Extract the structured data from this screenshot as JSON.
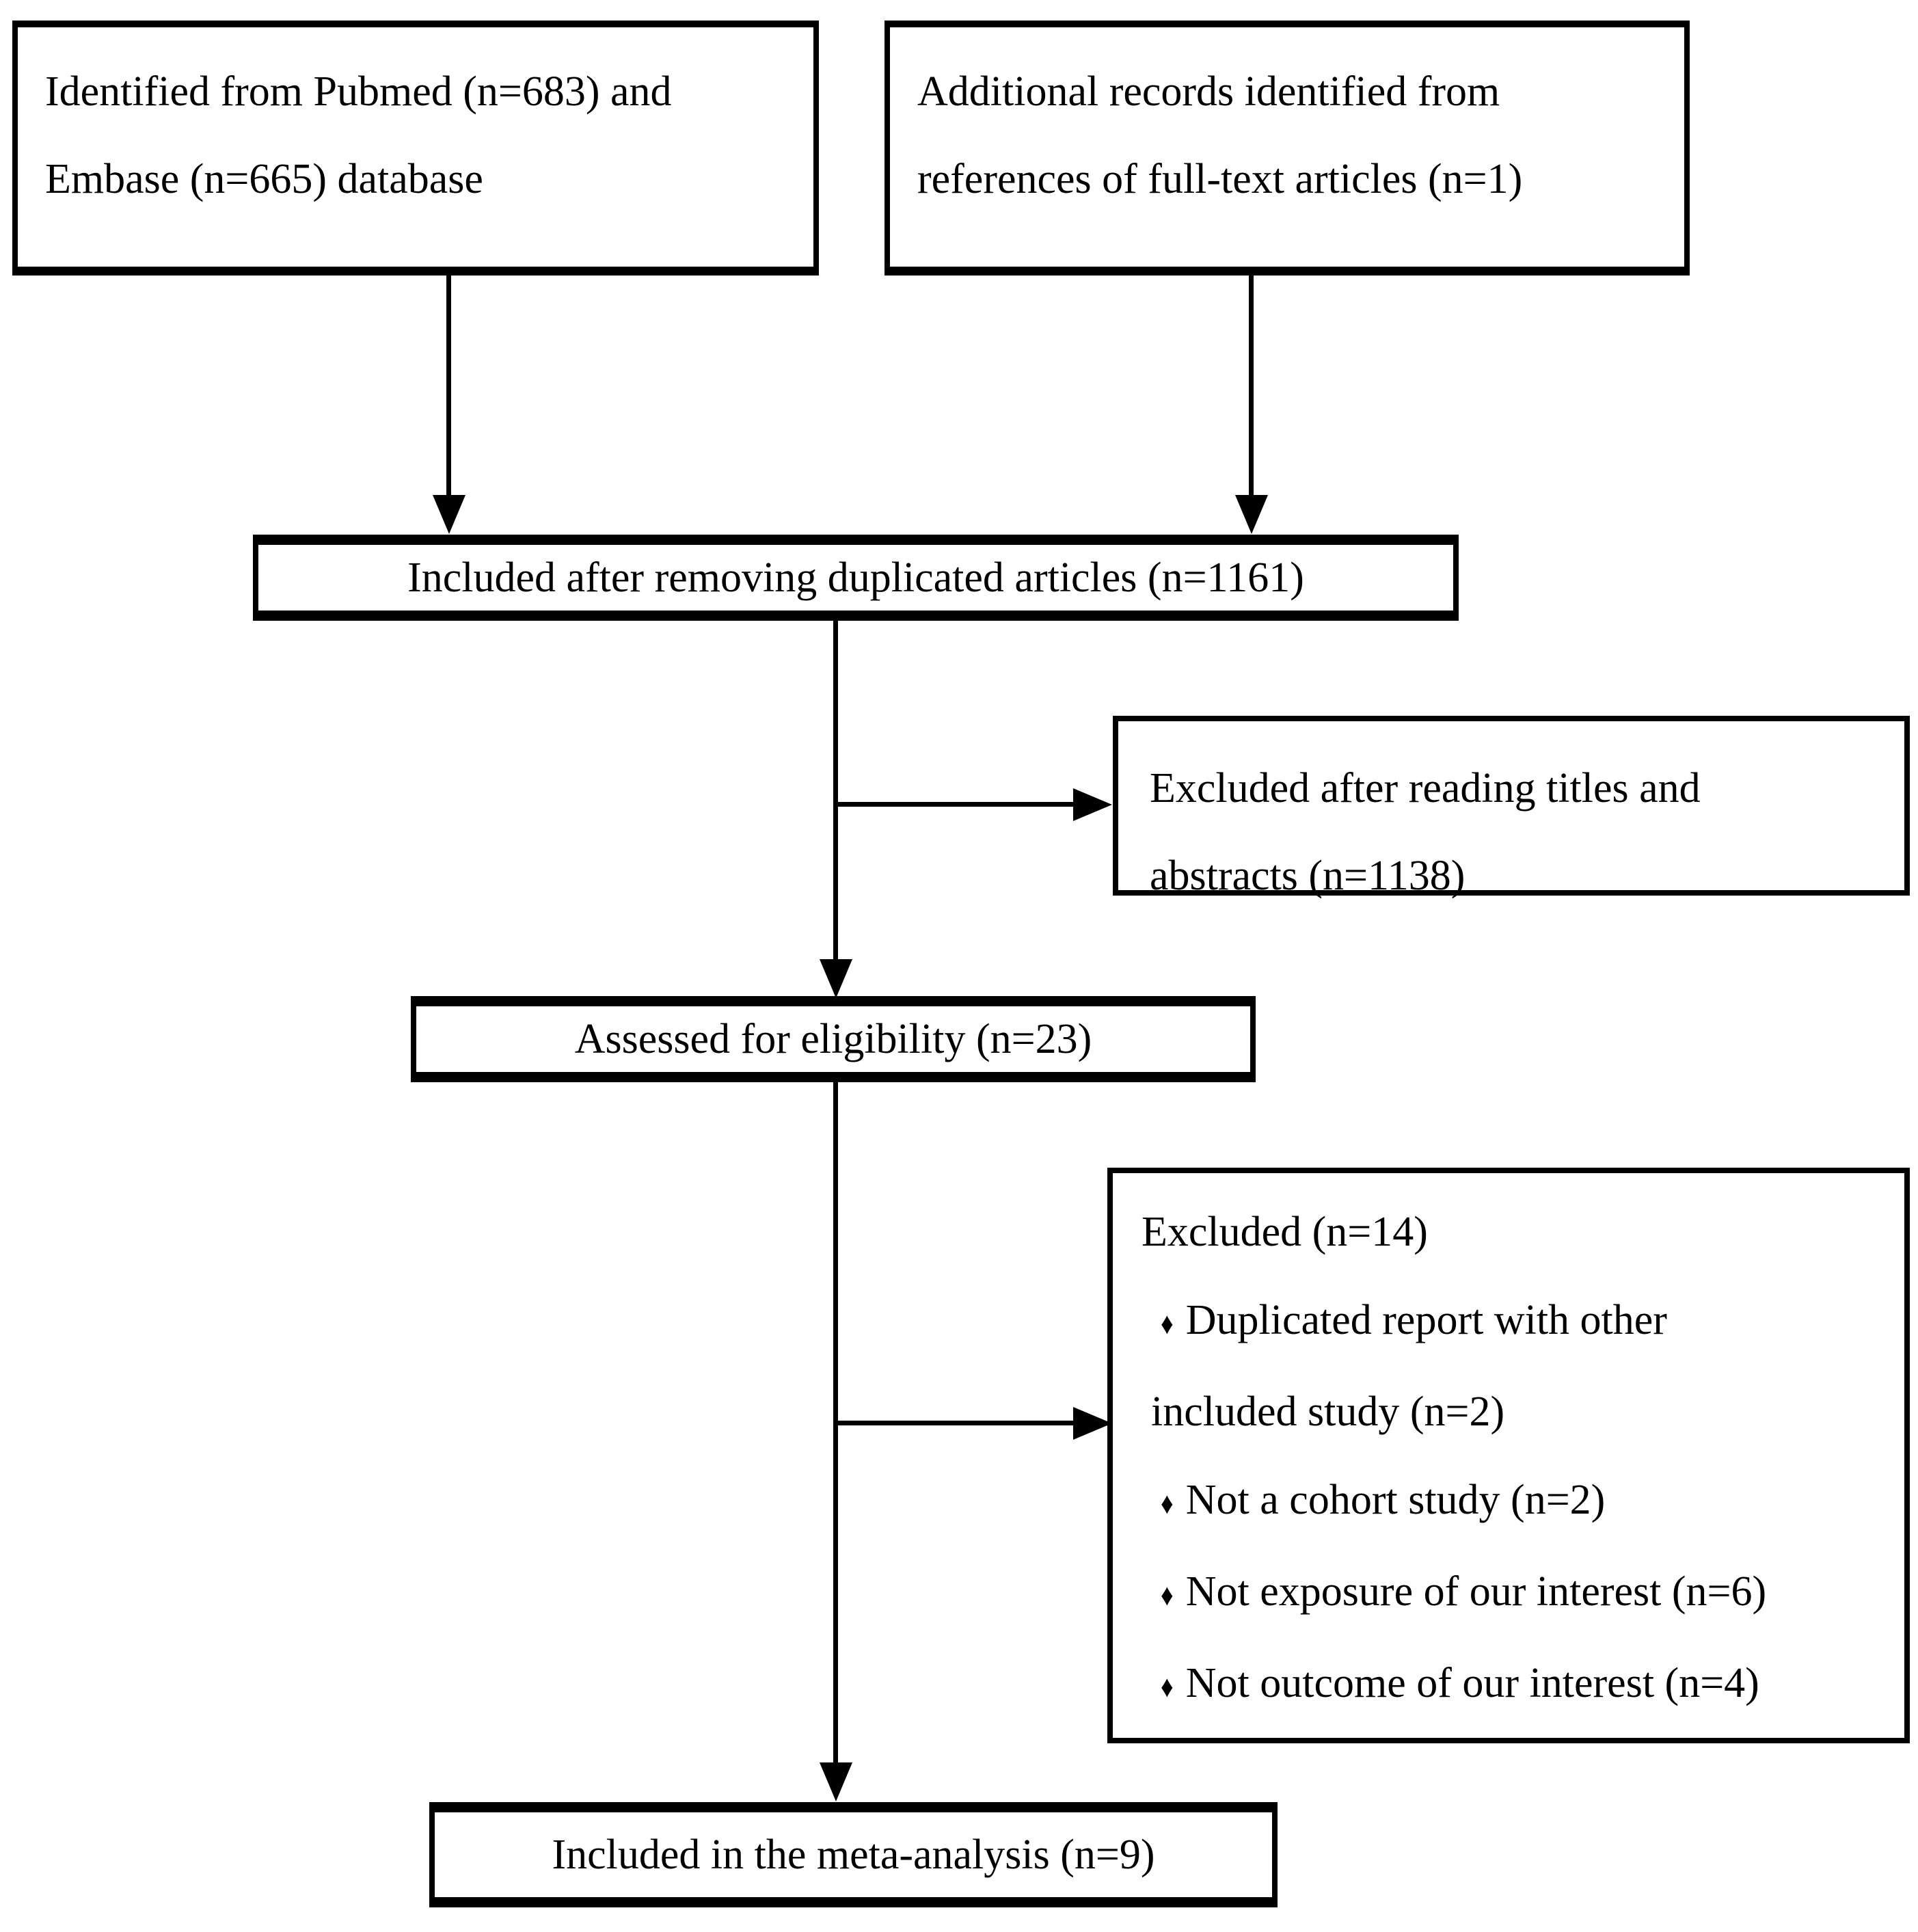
{
  "bullet_char": "♦",
  "colors": {
    "background": "#ffffff",
    "line": "#000000",
    "text": "#000000"
  },
  "boxes": {
    "identified": {
      "lines": [
        "Identified from Pubmed (n=683) and",
        "Embase (n=665) database"
      ]
    },
    "additional": {
      "lines": [
        "Additional records identified from",
        "references of full-text articles (n=1)"
      ]
    },
    "deduplicated": {
      "label": "Included after removing duplicated articles (n=1161)"
    },
    "excluded_screening": {
      "lines": [
        "Excluded after reading titles and",
        "abstracts (n=1138)"
      ]
    },
    "assessed": {
      "label": "Assessed for eligibility (n=23)"
    },
    "excluded_eligibility": {
      "title": "Excluded (n=14)",
      "lines": [
        {
          "bullet": true,
          "text": "Duplicated report with other"
        },
        {
          "bullet": false,
          "text": "included study (n=2)"
        },
        {
          "bullet": true,
          "text": "Not a cohort study (n=2)"
        },
        {
          "bullet": true,
          "text": "Not exposure of our interest (n=6)"
        },
        {
          "bullet": true,
          "text": "Not outcome of our interest (n=4)"
        }
      ]
    },
    "included": {
      "label": "Included in the meta-analysis (n=9)"
    }
  }
}
